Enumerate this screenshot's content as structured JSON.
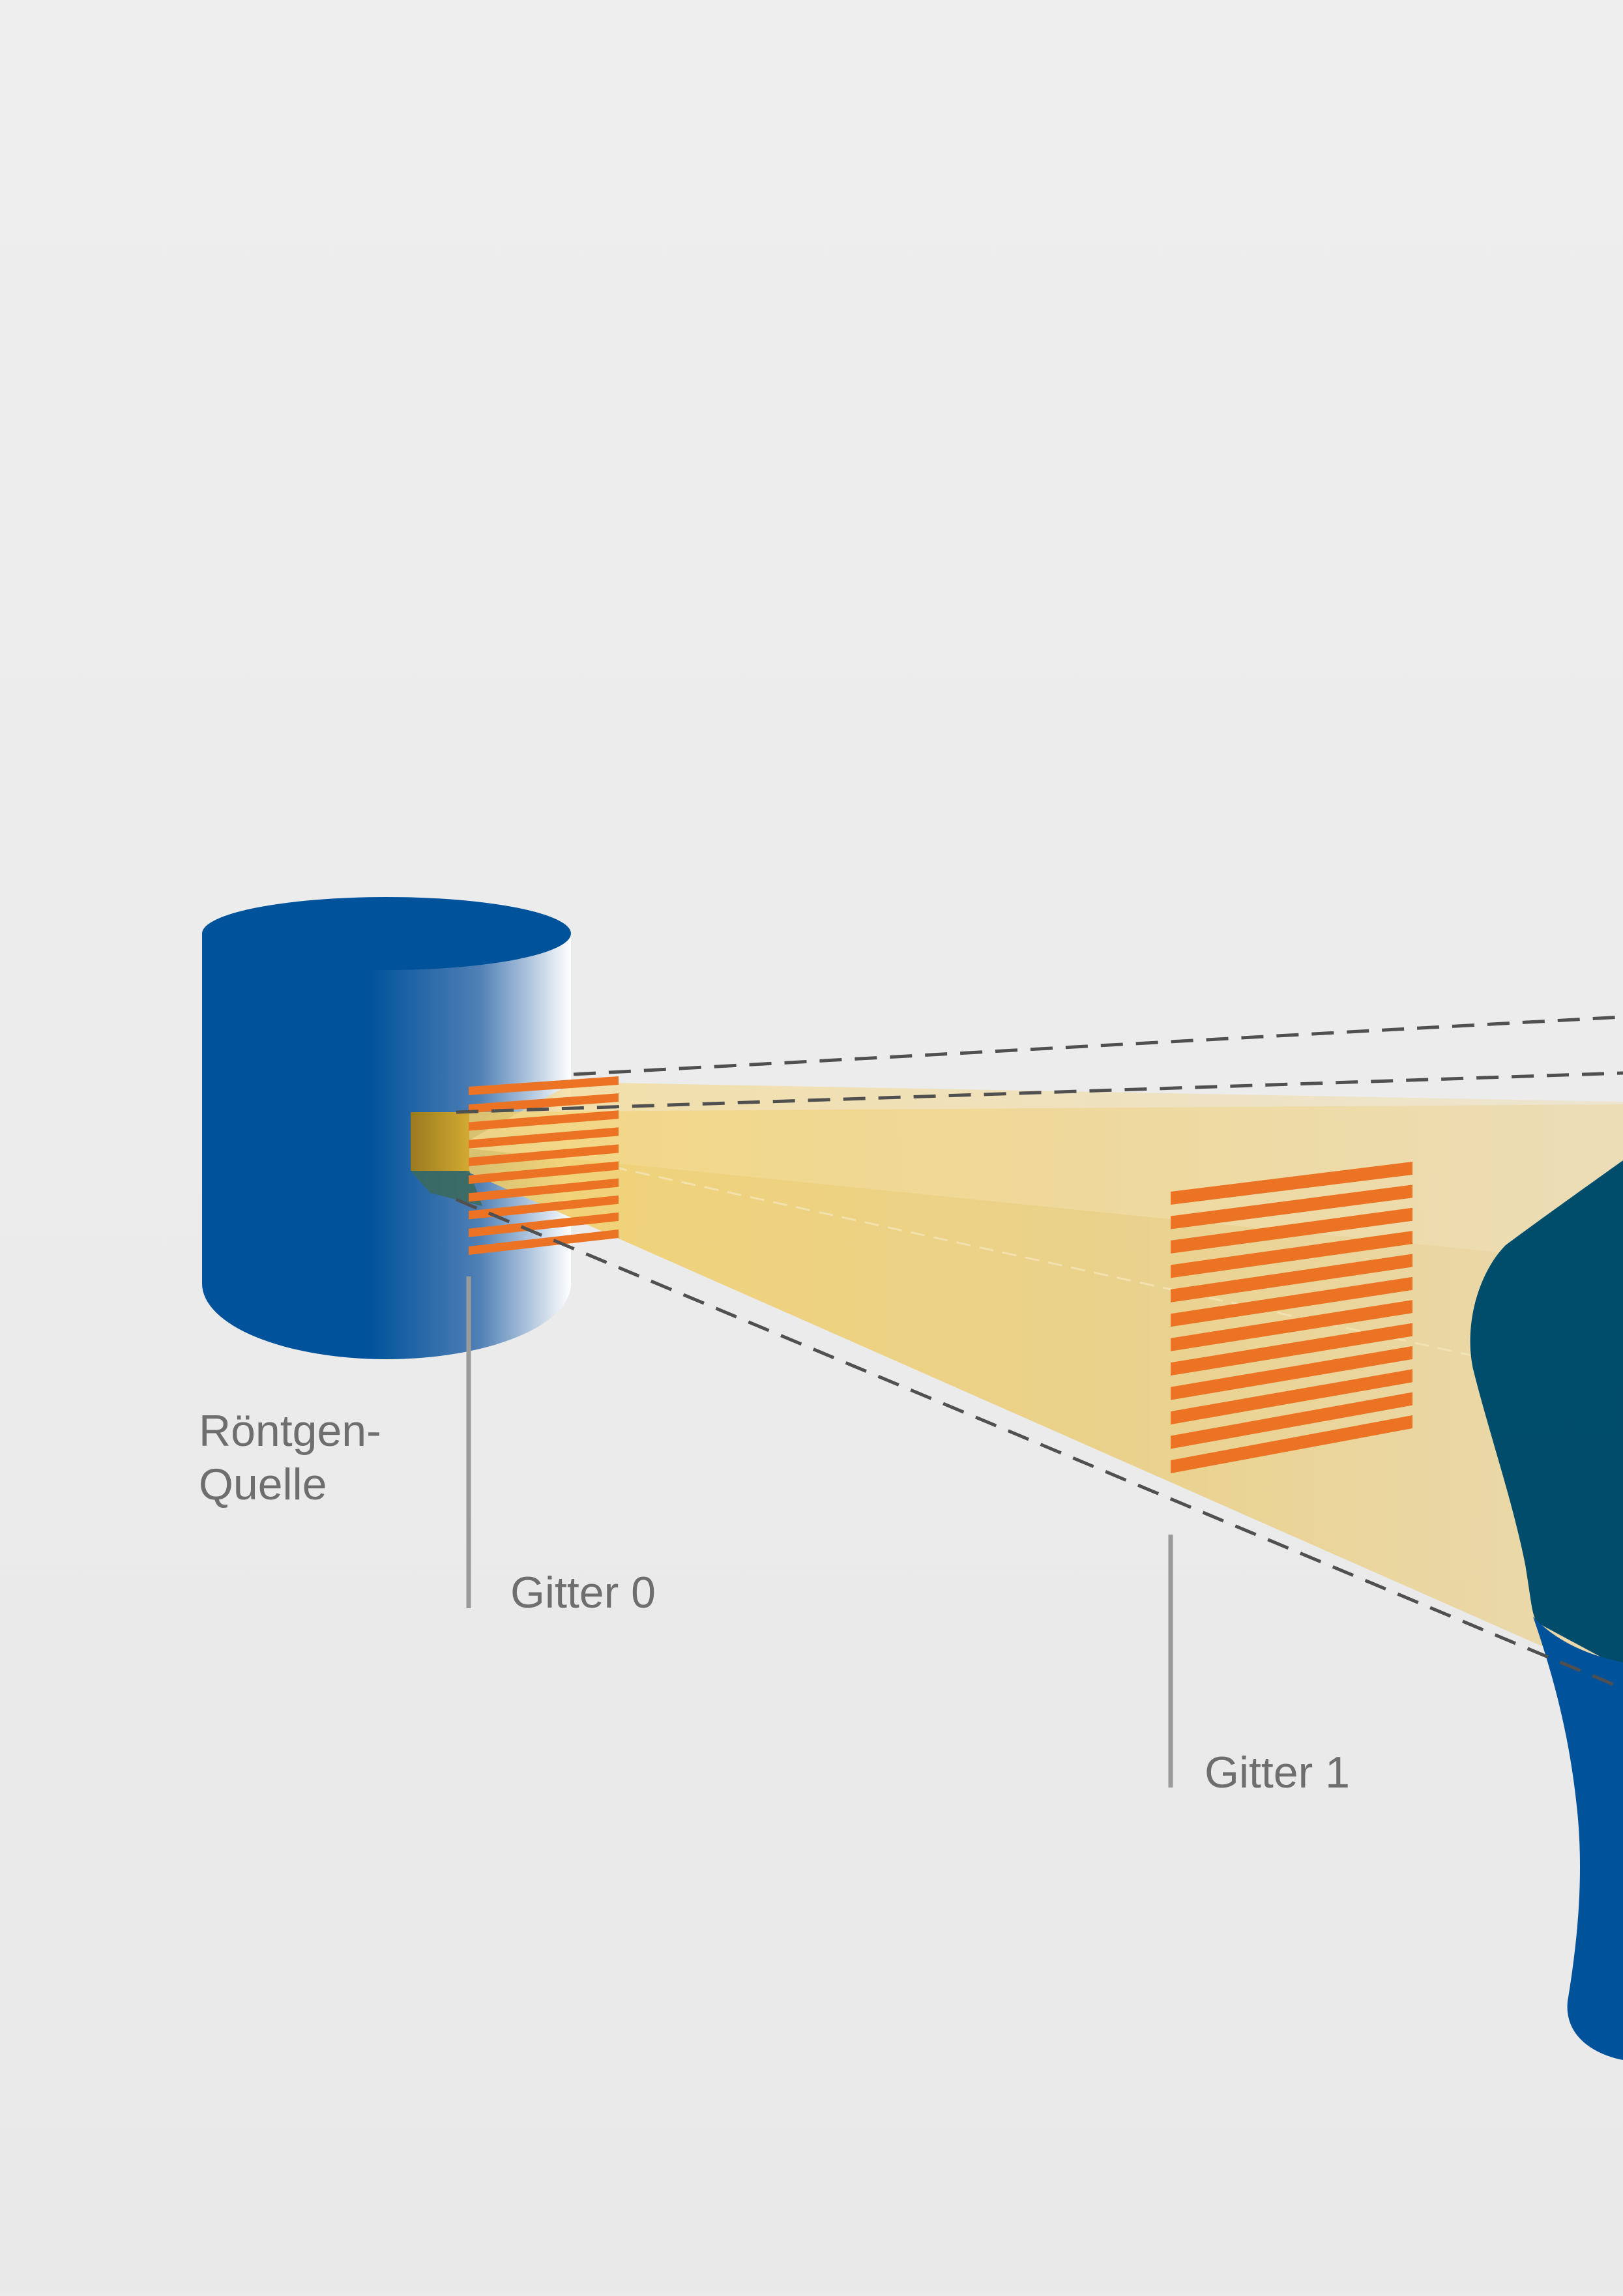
{
  "labels": {
    "source_line1": "Röntgen-",
    "source_line2": "Quelle",
    "grating0": "Gitter 0",
    "grating1": "Gitter 1"
  },
  "colors": {
    "background_top": "#eeeeee",
    "background_bottom": "#e9e9e9",
    "tube_blue": "#00529b",
    "tube_highlight": "#ffffff",
    "beam_yellow": "#f2cf6b",
    "grating_orange": "#ec7323",
    "object_dark": "#004d6b",
    "object_blue": "#00529b",
    "label_text": "#6e6e6e",
    "leader_line": "#9b9b9b",
    "dashed_line": "#505050"
  },
  "icons": {
    "source": "x-ray-tube-cylinder",
    "grating0": "grating-stripes",
    "grating1": "grating-stripes",
    "sample": "sample-object-shape"
  }
}
